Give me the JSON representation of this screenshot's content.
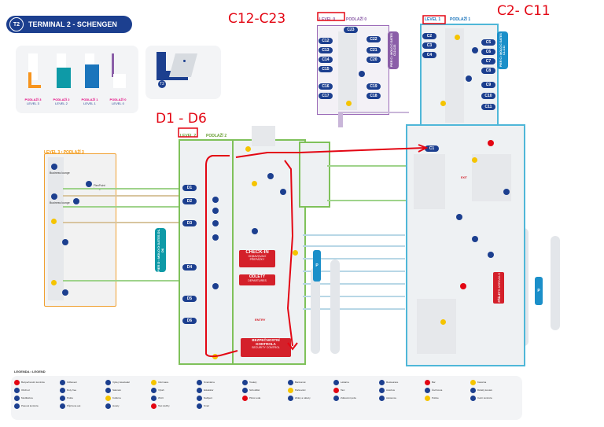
{
  "header": {
    "badge": "T2",
    "title": "TERMINAL 2 - SCHENGEN"
  },
  "level_cards": [
    {
      "label": "PODLAŽÍ 3",
      "sub": "LEVEL 3",
      "color": "#f7941d"
    },
    {
      "label": "PODLAŽÍ 2",
      "sub": "LEVEL 2",
      "color": "#0e9aa7"
    },
    {
      "label": "PODLAŽÍ 1",
      "sub": "LEVEL 1",
      "color": "#1b75bc"
    },
    {
      "label": "PODLAŽÍ 0",
      "sub": "LEVEL 0",
      "color": "#8b5ea8"
    }
  ],
  "mini_map_badge": "T2",
  "level3": {
    "title": "LEVEL 3 • PODLAŽÍ 3",
    "labels": [
      "Business lounge",
      "Business lounge",
      "FlexPoint lounge"
    ]
  },
  "level2": {
    "level": "LEVEL 2",
    "name": "PODLAŽÍ 2",
    "pier": "PIER D • MOLO D GATES D1-D6",
    "gates": [
      "D1",
      "D2",
      "D3",
      "D4",
      "D5",
      "D6"
    ]
  },
  "level0": {
    "level": "LEVEL 0",
    "name": "PODLAŽÍ 0",
    "pier": "PIER C • MOLO C GATES C12-C23",
    "gates": [
      "C12",
      "C13",
      "C14",
      "C15",
      "C16",
      "C17",
      "C18",
      "C19",
      "C20",
      "C21",
      "C22",
      "C23"
    ]
  },
  "level1": {
    "level": "LEVEL 1",
    "name": "PODLAŽÍ 1",
    "pier": "PIER C • MOLO C GATES C1-C11",
    "gates": [
      "C1",
      "C2",
      "C3",
      "C4",
      "C5",
      "C6",
      "C7",
      "C8",
      "C9",
      "C10",
      "C11"
    ]
  },
  "checkin": {
    "title": "CHECK-IN",
    "sub1": "ODBAVOVACÍ",
    "sub2": "PŘEPÁŽKY"
  },
  "departures": {
    "cz": "ODLETY",
    "en": "DEPARTURES"
  },
  "security": {
    "cz1": "BEZPEČNOSTNÍ",
    "cz2": "KONTROLA",
    "en": "SECURITY CONTROL"
  },
  "arrivals": {
    "cz": "PŘÍLETY",
    "en": "ARRIVALS"
  },
  "entry_label": "ENTRY",
  "exit_label": "EXIT",
  "parking": "P",
  "annotations": {
    "d": "D1 - D6",
    "c_left": "C12-C23",
    "c_right": "C2- C11"
  },
  "legend": {
    "title": "LEGENDA • LEGEND",
    "items": [
      "Bezpečnostní kontrola",
      "Odbavení",
      "Výdej zavazadel",
      "Informace",
      "Směnárna",
      "Toalety",
      "Bankomat",
      "Lékárna",
      "Restaurace",
      "Bar",
      "Kavárna",
      "Obchod",
      "Duty free",
      "Salonek",
      "Výtah",
      "Eskalátor",
      "Schodiště",
      "Parkování",
      "Taxi",
      "Autobus",
      "Úschovna",
      "Dětský koutek",
      "Modlitebna",
      "Pošta",
      "Kuřárna",
      "Wi-Fi",
      "Nabíjení",
      "Pitná voda",
      "Ztráty a nálezy",
      "Zdravotní péče",
      "Asistence",
      "Policie",
      "Celní kontrola",
      "Pasová kontrola",
      "Půjčovna aut",
      "Hotely",
      "Taxi služby",
      "Směr"
    ]
  }
}
